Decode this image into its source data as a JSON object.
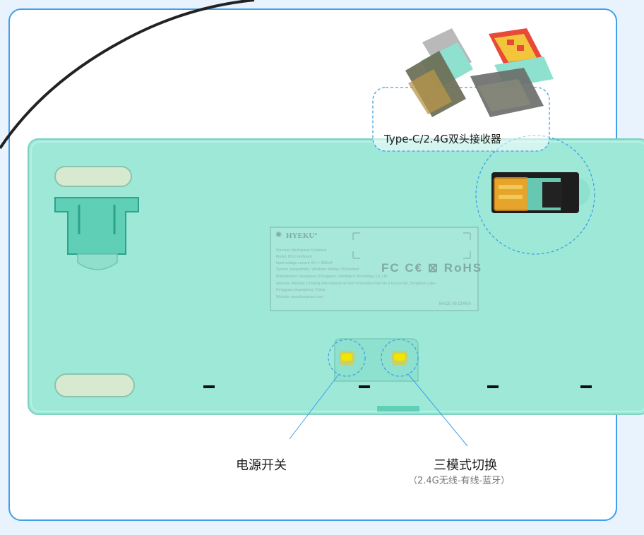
{
  "receiver_label": "Type-C/2.4G双头接收器",
  "power_label": "电源开关",
  "mode_label": "三模式切换",
  "mode_sub": "（2.4G无线-有线-蓝牙）",
  "plate": {
    "brand": "HYEKU°",
    "lines": [
      "Wireless Mechanical Keyboard",
      "Model: BOX keyboard",
      "Input voltage current: 5V ⎓ 500mA",
      "System compatibility: Windows all/Mac OS/Android",
      "Manufacturer: Heegears ( Dongguan ) Intelligent Technology Co.,Ltd",
      "Address: Building 5,Taiying International Hi-Tech Innovation Park No.8 Dunce RD, Songshan Lake,",
      "Dongguan,Guangdong, China.",
      "Website: www.heegears.com"
    ],
    "certs": "FC C€ ⊠ RoHS",
    "made_in": "MADE IN CHINA"
  },
  "colors": {
    "frame": "#3ea0e8",
    "keyboard": "#9ee8d8",
    "switch": "#f2e600"
  }
}
